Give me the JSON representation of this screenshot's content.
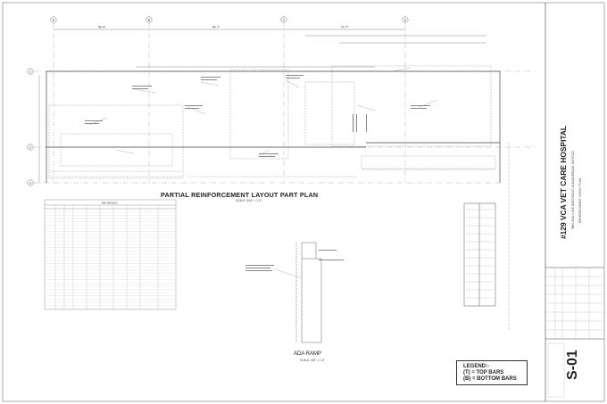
{
  "drawing": {
    "main_title": "PARTIAL REINFORCEMENT LAYOUT PART PLAN",
    "main_scale": "SCALE: 3/16\" = 1'-0\"",
    "ramp_title": "ADA RAMP",
    "ramp_scale": "SCALE: 3/8\" = 1'-0\"",
    "grid_top": [
      "A",
      "B",
      "C",
      "D"
    ],
    "grid_left": [
      "1",
      "2",
      "3"
    ],
    "dimensions_top": [
      "35'-9\"",
      "44'-7\"",
      "70'-7\""
    ]
  },
  "legend": {
    "heading": "LEGEND:-",
    "top": "(T)   = TOP BARS",
    "bottom": "(B)   = BOTTOM BARS"
  },
  "title_block": {
    "project": "#129 VCA VET CARE HOSPITAL",
    "address": "8800 HOLLY AVE NORTHEAST, ALBUQUERQUE, NM 87122",
    "sheet_title": "REINFORCEMENT LAYOUT PLAN",
    "sheet_number": "S-01"
  },
  "bar_schedule": {
    "heading": "BAR BENDING"
  }
}
